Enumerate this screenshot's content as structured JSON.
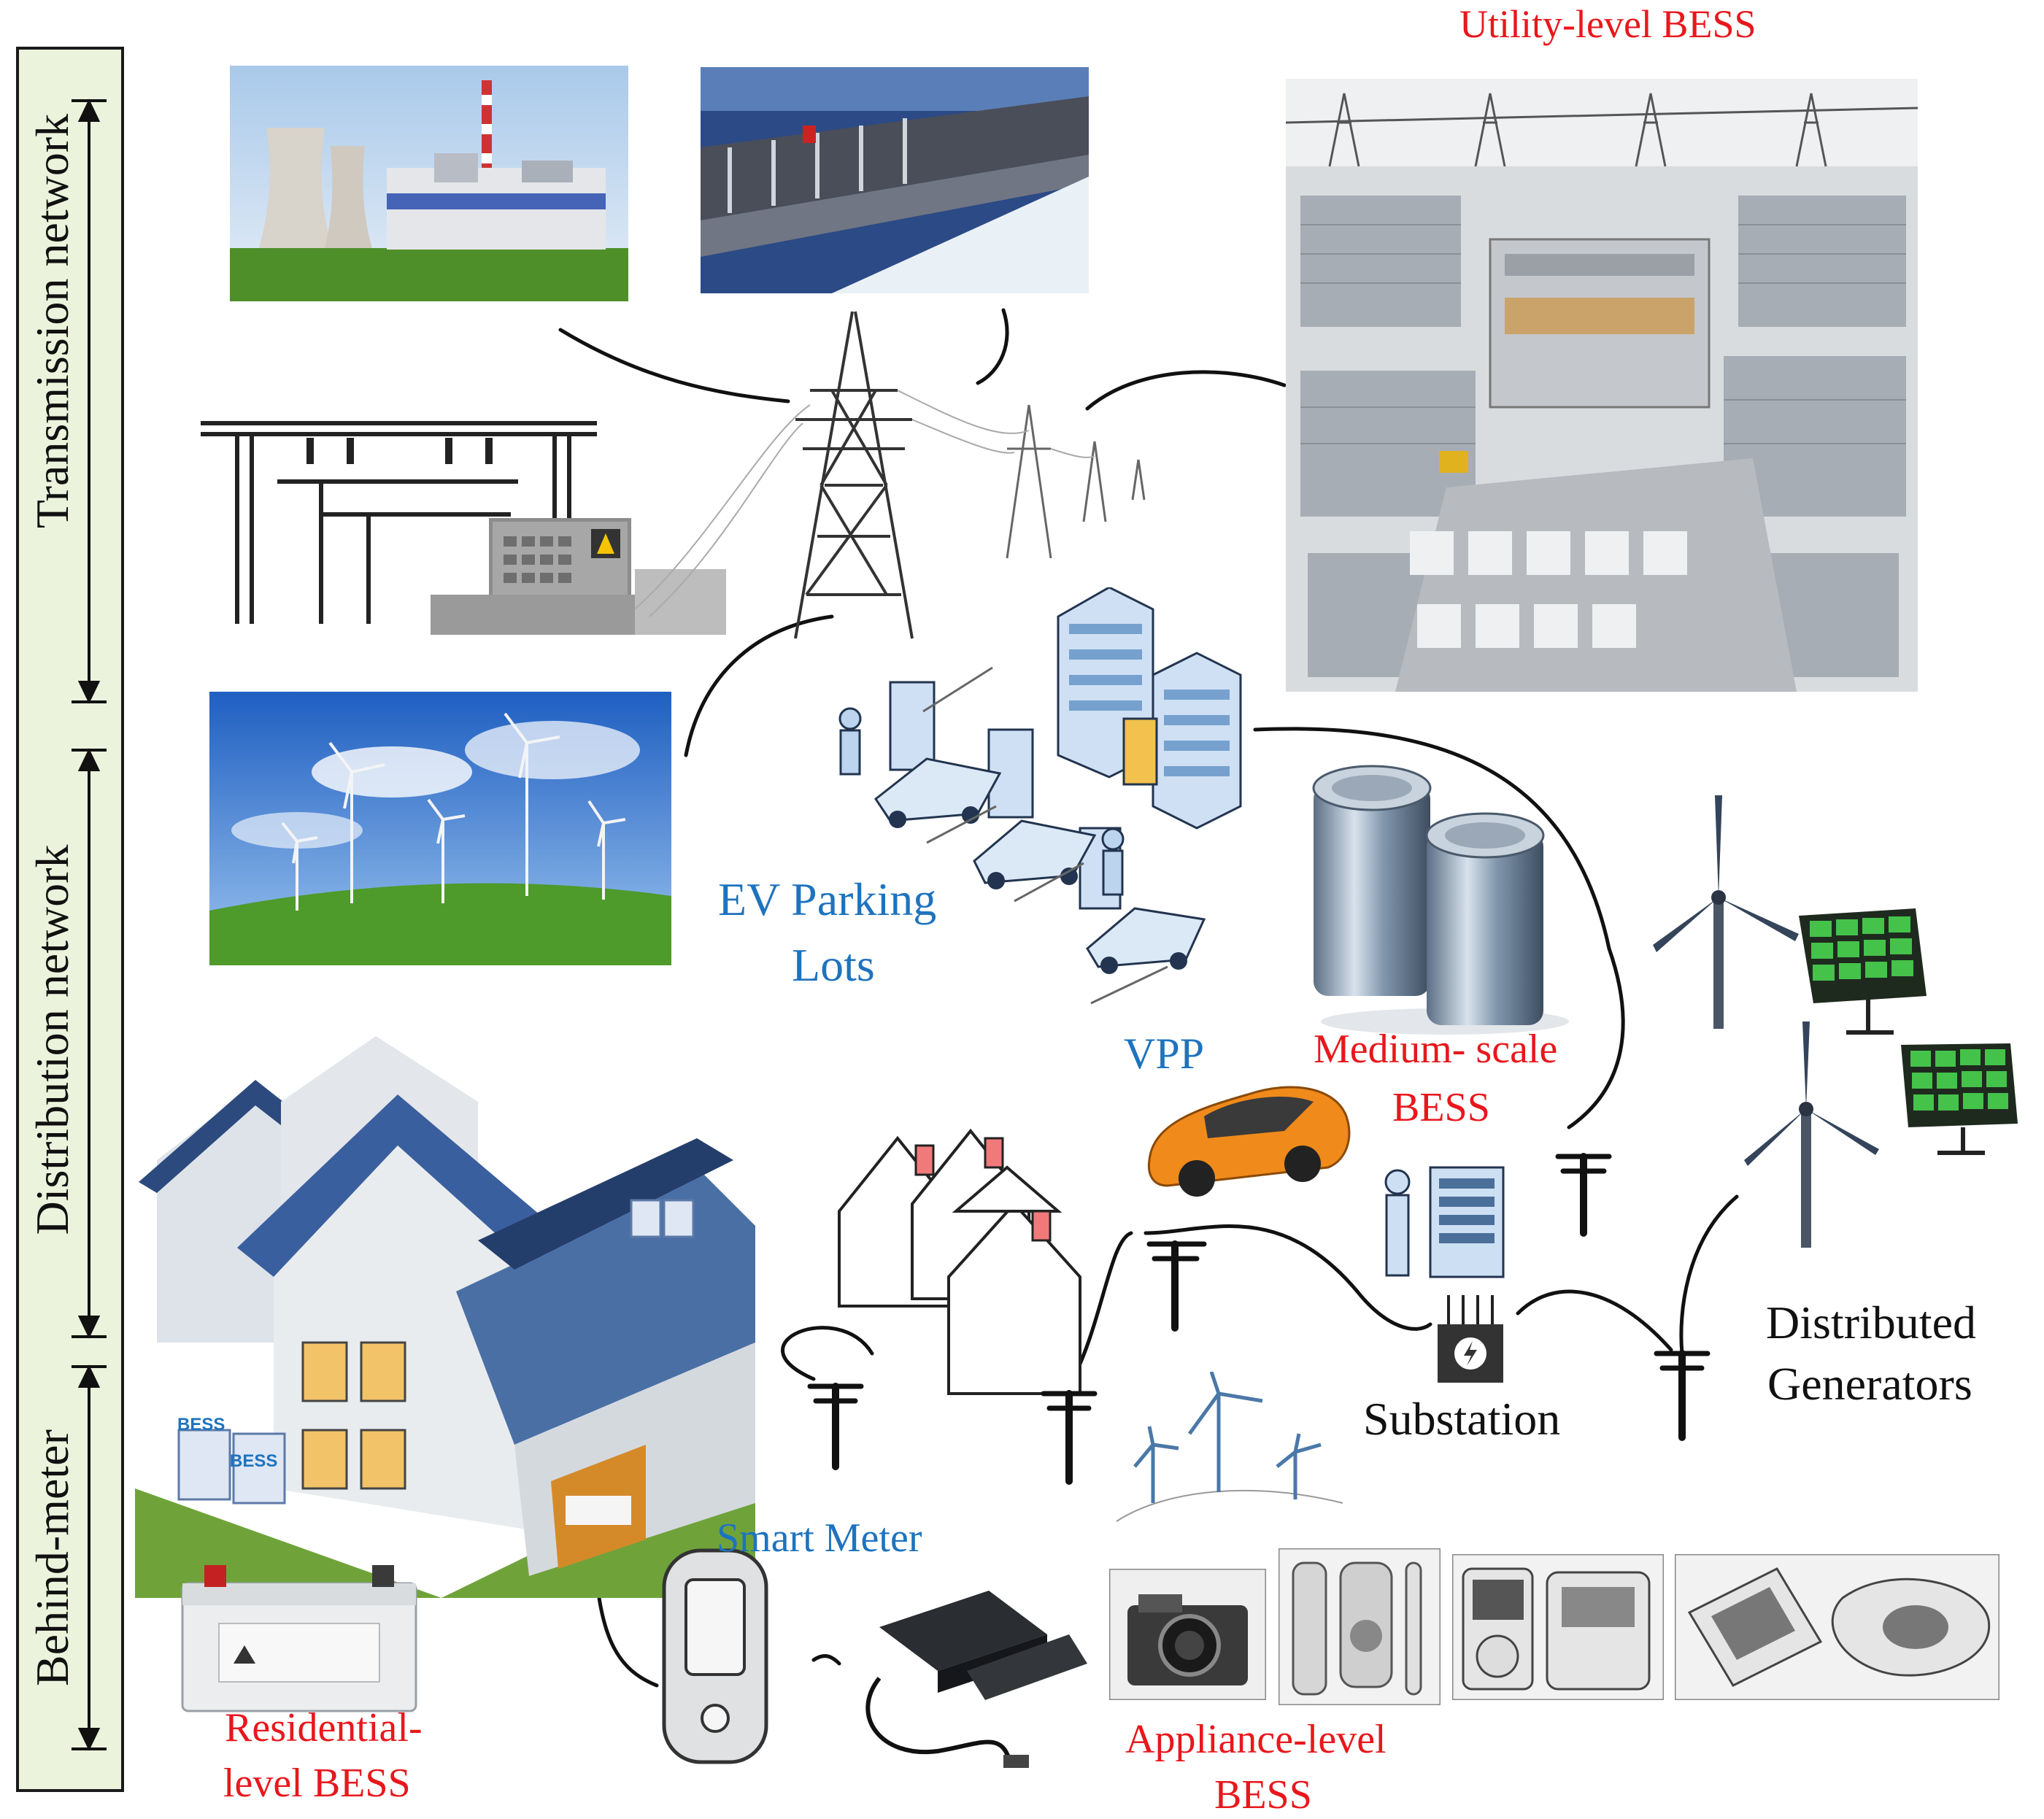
{
  "sidebar": {
    "transmission": "Transmission network",
    "distribution": "Distribution network",
    "behind_meter": "Behind-meter"
  },
  "labels": {
    "utility_bess": "Utility-level BESS",
    "ev_line1": "EV Parking",
    "ev_line2": "Lots",
    "vpp": "VPP",
    "medium_line1": "Medium- scale",
    "medium_line2": "BESS",
    "dg_line1": "Distributed",
    "dg_line2": "Generators",
    "substation": "Substation",
    "smart_meter": "Smart Meter",
    "residential_line1": "Residential-",
    "residential_line2": "level BESS",
    "appliance_line1": "Appliance-level",
    "appliance_line2": "BESS",
    "bess_tag": "BESS"
  },
  "colors": {
    "red_label": "#e8171c",
    "blue_label": "#1e73be",
    "sidebar_fill": "#ebf3dc"
  }
}
